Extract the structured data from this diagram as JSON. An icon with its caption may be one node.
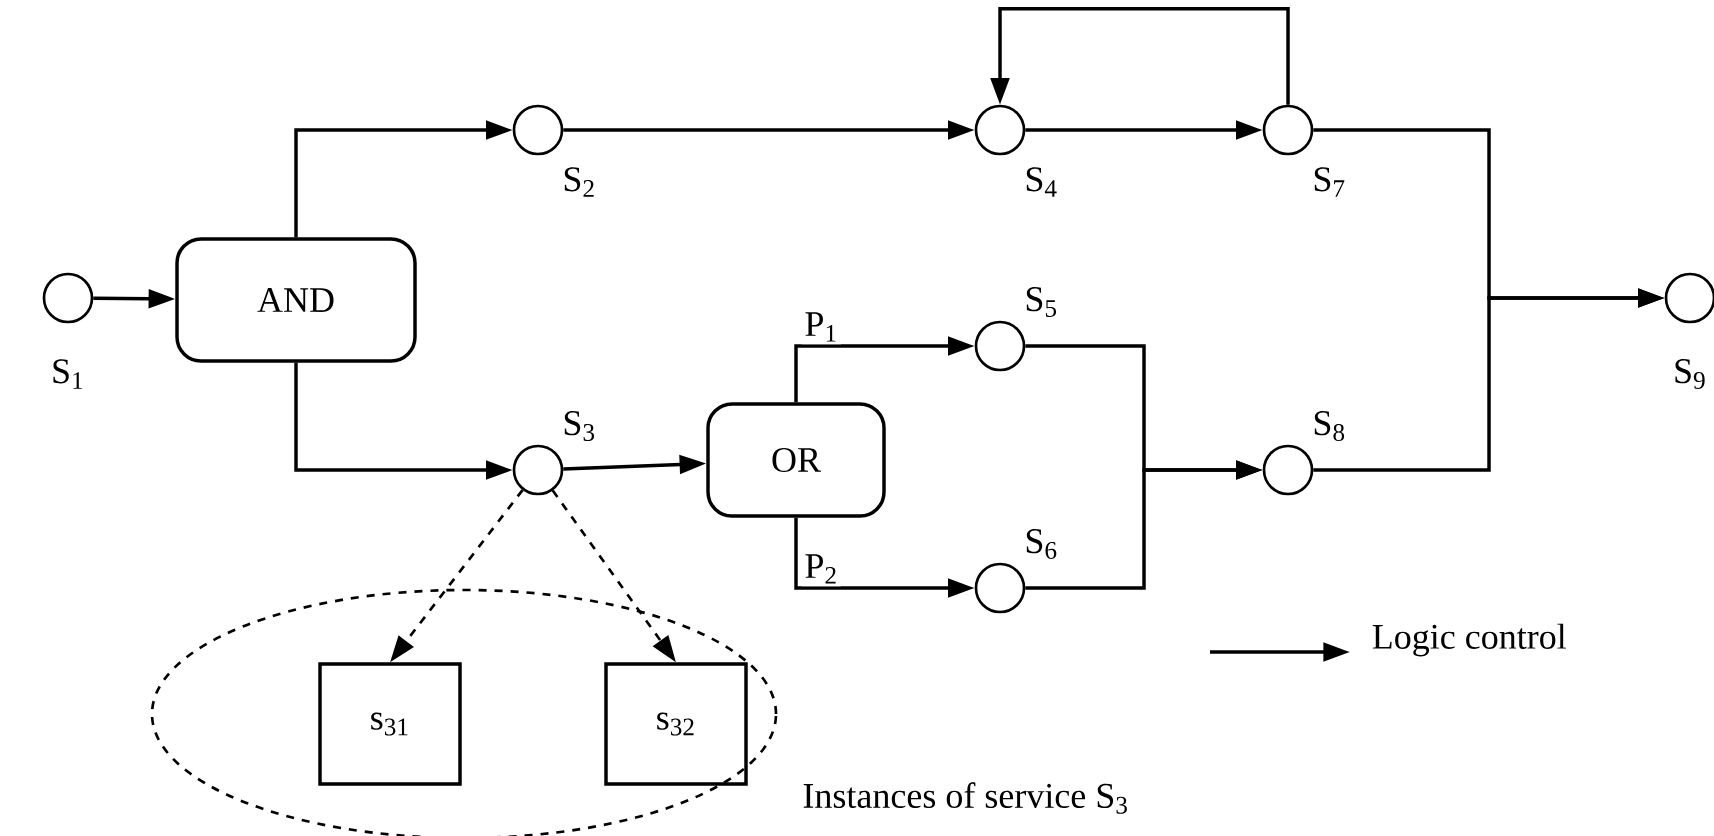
{
  "diagram": {
    "nodes": [
      {
        "text": [],
        "shape": "circle",
        "beside": [
          "S$_{1}$"
        ]
      },
      {
        "text": [
          "AND"
        ]
      },
      {
        "text": [],
        "shape": "circle",
        "beside": [
          "S$_{2}$"
        ]
      },
      {
        "text": [],
        "shape": "circle",
        "beside": [
          "S$_{3}$"
        ]
      },
      {
        "text": [
          "OR"
        ]
      },
      {
        "text": [],
        "shape": "circle",
        "beside": [
          "S$_{4}$"
        ]
      },
      {
        "text": [],
        "shape": "circle",
        "beside": [
          "S$_{7}$"
        ]
      },
      {
        "text": [],
        "shape": "circle",
        "beside": [
          "S$_{5}$"
        ]
      },
      {
        "text": [],
        "shape": "circle",
        "beside": [
          "S$_{6}$"
        ]
      },
      {
        "text": [],
        "shape": "circle",
        "beside": [
          "S$_{8}$"
        ]
      },
      {
        "text": [],
        "shape": "circle",
        "beside": [
          "S$_{9}$"
        ]
      },
      {
        "text": [],
        "shape": "ellipse",
        "beside": [
          "Instances of service S$_{3}$"
        ]
      },
      {
        "text": [
          "s$_{31}$"
        ],
        "in": 11
      },
      {
        "text": [
          "s$_{32}$"
        ],
        "in": 11
      }
    ],
    "edges": [
      {
        "from": 0,
        "to": 1,
        "arrow": "to"
      },
      {
        "from": 1,
        "to": 2,
        "arrow": "to"
      },
      {
        "from": 1,
        "to": 3,
        "arrow": "to"
      },
      {
        "from": 2,
        "to": 5,
        "arrow": "to"
      },
      {
        "from": 5,
        "to": 6,
        "arrow": "to"
      },
      {
        "from": 6,
        "to": 5,
        "arrow": "to"
      },
      {
        "from": 3,
        "to": 4,
        "arrow": "to"
      },
      {
        "from": 4,
        "to": 7,
        "arrow": "to",
        "label": "P$_{1}$"
      },
      {
        "from": 4,
        "to": 8,
        "arrow": "to",
        "label": "P$_{2}$"
      },
      {
        "from": 7,
        "to": 9,
        "arrow": "to"
      },
      {
        "from": 8,
        "to": 9,
        "arrow": "to"
      },
      {
        "from": 6,
        "to": 10,
        "arrow": "to"
      },
      {
        "from": 9,
        "to": 10,
        "arrow": "to"
      },
      {
        "from": 3,
        "to": 12,
        "arrow": "to",
        "style": "dashed"
      },
      {
        "from": 3,
        "to": 13,
        "arrow": "to",
        "style": "dashed"
      }
    ],
    "legend": [
      {
        "text": "Logic control"
      }
    ]
  }
}
